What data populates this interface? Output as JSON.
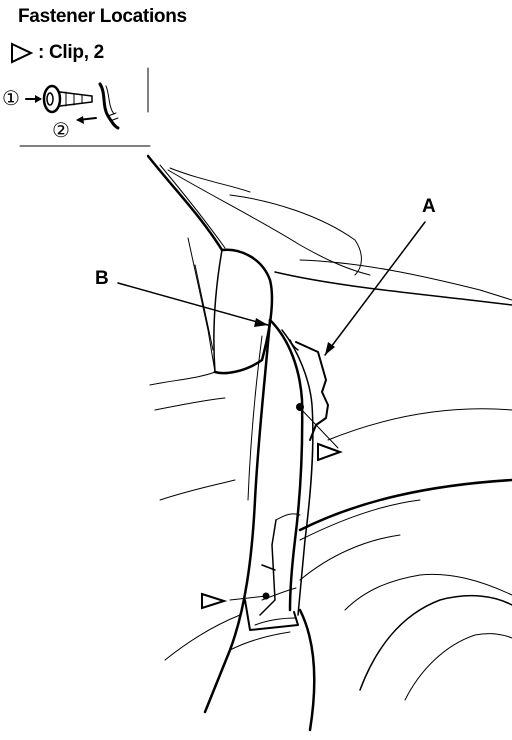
{
  "header": {
    "title": "Fastener Locations",
    "legend_label": ": Clip, 2"
  },
  "inset": {
    "step_1": "①",
    "step_2": "②"
  },
  "callouts": {
    "a": "A",
    "b": "B"
  },
  "colors": {
    "ink": "#000000",
    "paper": "#ffffff"
  }
}
